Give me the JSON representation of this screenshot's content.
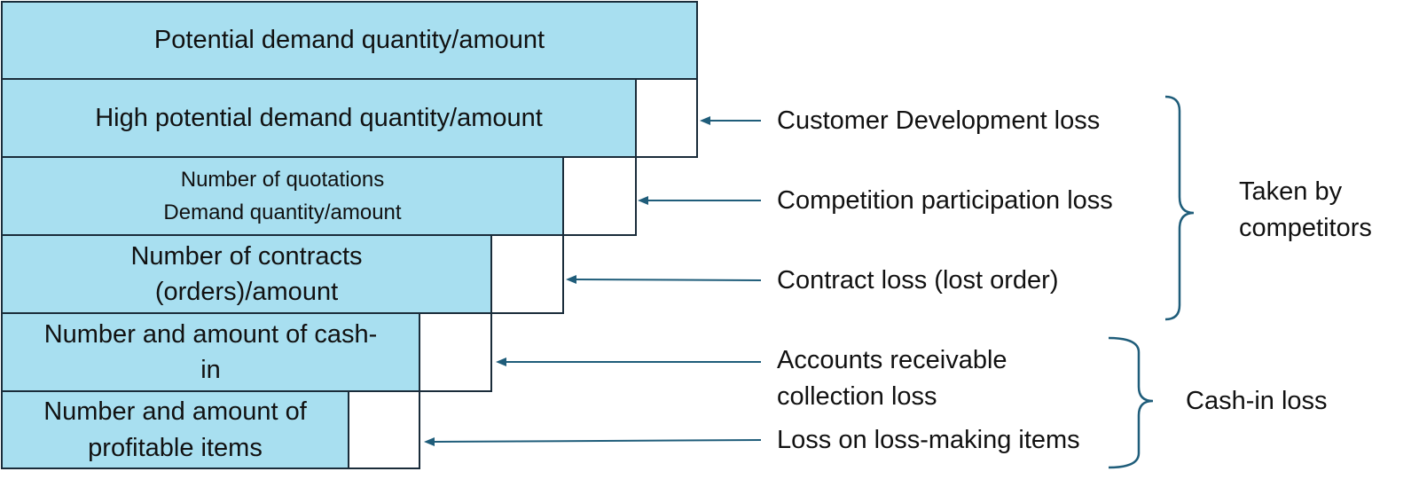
{
  "stages": [
    {
      "lines": [
        "Potential demand quantity/amount"
      ]
    },
    {
      "lines": [
        "High potential demand quantity/amount"
      ]
    },
    {
      "lines": [
        "Number of quotations",
        "Demand quantity/amount"
      ]
    },
    {
      "lines": [
        "Number of contracts",
        "(orders)/amount"
      ]
    },
    {
      "lines": [
        "Number and amount of cash-",
        "in"
      ]
    },
    {
      "lines": [
        "Number and amount of",
        "profitable items"
      ]
    }
  ],
  "losses": [
    {
      "lines": [
        "Customer Development loss"
      ]
    },
    {
      "lines": [
        "Competition participation loss"
      ]
    },
    {
      "lines": [
        "Contract loss (lost order)"
      ]
    },
    {
      "lines": [
        "Accounts receivable",
        "collection loss"
      ]
    },
    {
      "lines": [
        "Loss on loss-making items"
      ]
    }
  ],
  "groups": [
    {
      "lines": [
        "Taken by",
        "competitors"
      ]
    },
    {
      "lines": [
        "Cash-in loss"
      ]
    }
  ],
  "colors": {
    "stage_fill": "#a8dff0",
    "stage_border": "#1a2c3a",
    "arrow": "#1f5d7a",
    "brace": "#1f5d7a"
  }
}
